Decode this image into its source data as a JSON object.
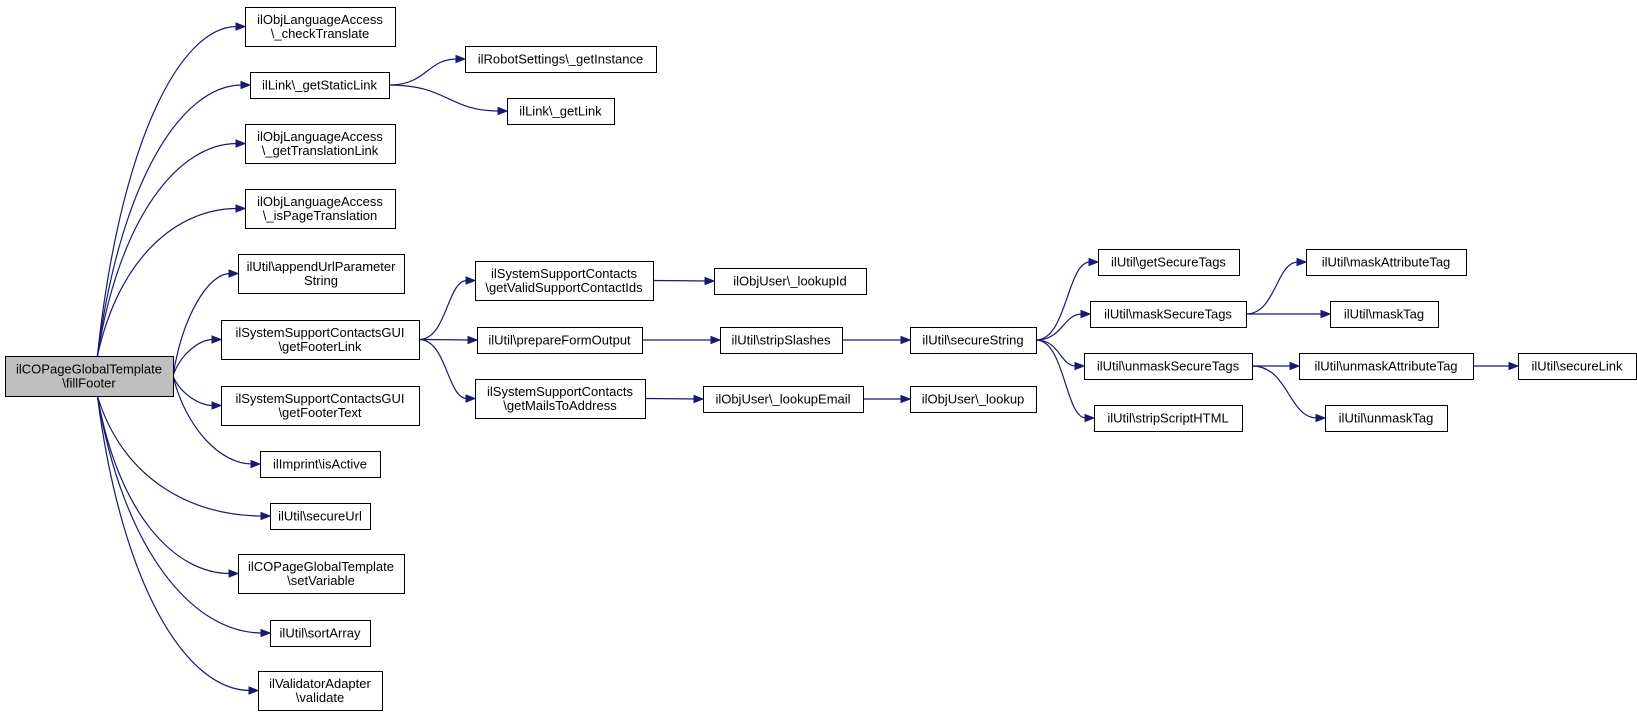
{
  "diagram": {
    "nodes": [
      {
        "id": "fillFooter",
        "lines": [
          "ilCOPageGlobalTemplate",
          "\\fillFooter"
        ],
        "root": true
      },
      {
        "id": "checkTranslate",
        "lines": [
          "ilObjLanguageAccess",
          "\\_checkTranslate"
        ]
      },
      {
        "id": "getStaticLink",
        "lines": [
          "ilLink\\_getStaticLink"
        ]
      },
      {
        "id": "getTranslationLink",
        "lines": [
          "ilObjLanguageAccess",
          "\\_getTranslationLink"
        ]
      },
      {
        "id": "isPageTranslation",
        "lines": [
          "ilObjLanguageAccess",
          "\\_isPageTranslation"
        ]
      },
      {
        "id": "appendUrlParameterString",
        "lines": [
          "ilUtil\\appendUrlParameter",
          "String"
        ]
      },
      {
        "id": "getFooterLink",
        "lines": [
          "ilSystemSupportContactsGUI",
          "\\getFooterLink"
        ]
      },
      {
        "id": "getFooterText",
        "lines": [
          "ilSystemSupportContactsGUI",
          "\\getFooterText"
        ]
      },
      {
        "id": "isActive",
        "lines": [
          "ilImprint\\isActive"
        ]
      },
      {
        "id": "secureUrl",
        "lines": [
          "ilUtil\\secureUrl"
        ]
      },
      {
        "id": "setVariable",
        "lines": [
          "ilCOPageGlobalTemplate",
          "\\setVariable"
        ]
      },
      {
        "id": "sortArray",
        "lines": [
          "ilUtil\\sortArray"
        ]
      },
      {
        "id": "validate",
        "lines": [
          "ilValidatorAdapter",
          "\\validate"
        ]
      },
      {
        "id": "getInstance",
        "lines": [
          "ilRobotSettings\\_getInstance"
        ]
      },
      {
        "id": "getLink",
        "lines": [
          "ilLink\\_getLink"
        ]
      },
      {
        "id": "getValidSupportContactIds",
        "lines": [
          "ilSystemSupportContacts",
          "\\getValidSupportContactIds"
        ]
      },
      {
        "id": "prepareFormOutput",
        "lines": [
          "ilUtil\\prepareFormOutput"
        ]
      },
      {
        "id": "getMailsToAddress",
        "lines": [
          "ilSystemSupportContacts",
          "\\getMailsToAddress"
        ]
      },
      {
        "id": "lookupId",
        "lines": [
          "ilObjUser\\_lookupId"
        ]
      },
      {
        "id": "stripSlashes",
        "lines": [
          "ilUtil\\stripSlashes"
        ]
      },
      {
        "id": "lookupEmail",
        "lines": [
          "ilObjUser\\_lookupEmail"
        ]
      },
      {
        "id": "secureString",
        "lines": [
          "ilUtil\\secureString"
        ]
      },
      {
        "id": "lookup",
        "lines": [
          "ilObjUser\\_lookup"
        ]
      },
      {
        "id": "getSecureTags",
        "lines": [
          "ilUtil\\getSecureTags"
        ]
      },
      {
        "id": "maskSecureTags",
        "lines": [
          "ilUtil\\maskSecureTags"
        ]
      },
      {
        "id": "unmaskSecureTags",
        "lines": [
          "ilUtil\\unmaskSecureTags"
        ]
      },
      {
        "id": "stripScriptHTML",
        "lines": [
          "ilUtil\\stripScriptHTML"
        ]
      },
      {
        "id": "maskAttributeTag",
        "lines": [
          "ilUtil\\maskAttributeTag"
        ]
      },
      {
        "id": "maskTag",
        "lines": [
          "ilUtil\\maskTag"
        ]
      },
      {
        "id": "unmaskAttributeTag",
        "lines": [
          "ilUtil\\unmaskAttributeTag"
        ]
      },
      {
        "id": "unmaskTag",
        "lines": [
          "ilUtil\\unmaskTag"
        ]
      },
      {
        "id": "secureLink",
        "lines": [
          "ilUtil\\secureLink"
        ]
      }
    ],
    "edges": [
      [
        "fillFooter",
        "checkTranslate"
      ],
      [
        "fillFooter",
        "getStaticLink"
      ],
      [
        "fillFooter",
        "getTranslationLink"
      ],
      [
        "fillFooter",
        "isPageTranslation"
      ],
      [
        "fillFooter",
        "appendUrlParameterString"
      ],
      [
        "fillFooter",
        "getFooterLink"
      ],
      [
        "fillFooter",
        "getFooterText"
      ],
      [
        "fillFooter",
        "isActive"
      ],
      [
        "fillFooter",
        "secureUrl"
      ],
      [
        "fillFooter",
        "setVariable"
      ],
      [
        "fillFooter",
        "sortArray"
      ],
      [
        "fillFooter",
        "validate"
      ],
      [
        "getStaticLink",
        "getInstance"
      ],
      [
        "getStaticLink",
        "getLink"
      ],
      [
        "getFooterLink",
        "getValidSupportContactIds"
      ],
      [
        "getFooterLink",
        "prepareFormOutput"
      ],
      [
        "getFooterLink",
        "getMailsToAddress"
      ],
      [
        "getValidSupportContactIds",
        "lookupId"
      ],
      [
        "prepareFormOutput",
        "stripSlashes"
      ],
      [
        "getMailsToAddress",
        "lookupEmail"
      ],
      [
        "stripSlashes",
        "secureString"
      ],
      [
        "lookupEmail",
        "lookup"
      ],
      [
        "secureString",
        "getSecureTags"
      ],
      [
        "secureString",
        "maskSecureTags"
      ],
      [
        "secureString",
        "unmaskSecureTags"
      ],
      [
        "secureString",
        "stripScriptHTML"
      ],
      [
        "maskSecureTags",
        "maskAttributeTag"
      ],
      [
        "maskSecureTags",
        "maskTag"
      ],
      [
        "unmaskSecureTags",
        "unmaskAttributeTag"
      ],
      [
        "unmaskSecureTags",
        "unmaskTag"
      ],
      [
        "unmaskAttributeTag",
        "secureLink"
      ]
    ]
  }
}
